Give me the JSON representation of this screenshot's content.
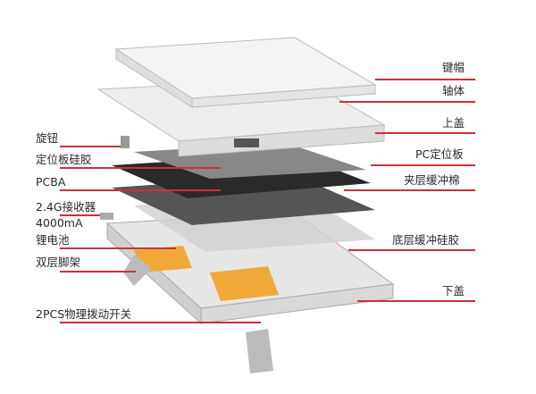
{
  "title": "Keyboard exploded view",
  "accent_color": "#c8323a",
  "right_labels": [
    "键帽",
    "轴体",
    "上盖",
    "PC定位板",
    "夹层缓冲棉",
    "底层缓冲硅胶",
    "下盖"
  ],
  "left_labels": [
    "旋钮",
    "定位板硅胶",
    "PCBA",
    "2.4G接收器",
    "4000mA",
    "锂电池",
    "双层脚架",
    "2PCS物理拨动开关"
  ]
}
